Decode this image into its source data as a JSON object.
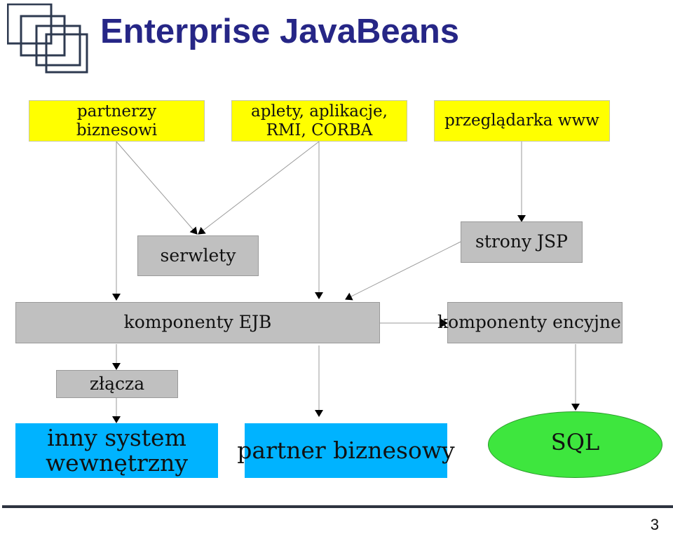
{
  "slide": {
    "title": "Enterprise JavaBeans",
    "page_number": "3"
  },
  "nodes": {
    "business_partners": "partnerzy\nbiznesowi",
    "applets_apps": "aplety, aplikacje,\nRMI, CORBA",
    "web_browser": "przeglądarka www",
    "servlets": "serwlety",
    "jsp_pages": "strony JSP",
    "ejb_components": "komponenty EJB",
    "entity_components": "komponenty encyjne",
    "connectors": "złącza",
    "other_internal_system": "inny system\nwewnętrzny",
    "business_partner": "partner biznesowy",
    "sql": "SQL"
  },
  "colors": {
    "title": "#262686",
    "client_box": "#ffff00",
    "component_box": "#c0c0c0",
    "external_box": "#00b3ff",
    "database": "#3ee63e"
  }
}
